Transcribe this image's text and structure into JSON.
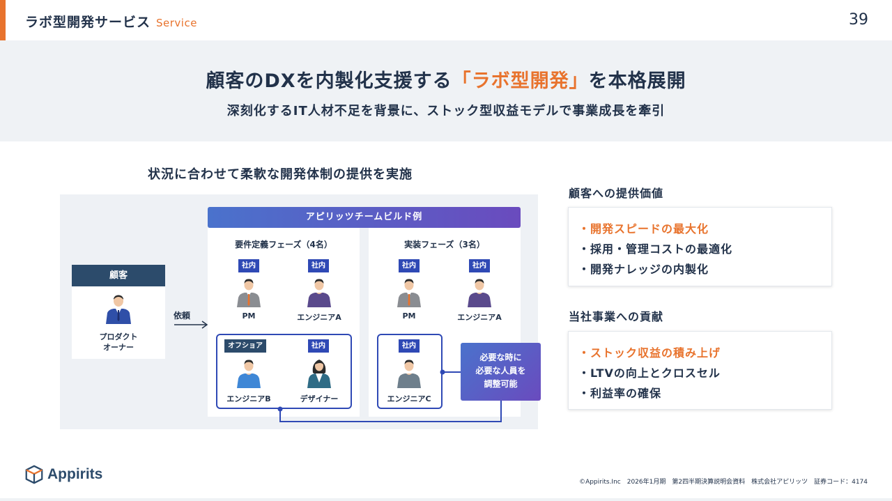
{
  "header": {
    "title": "ラボ型開発サービス",
    "subtitle_en": "Service",
    "page_number": "39"
  },
  "banner": {
    "headline_part1": "顧客のDXを内製化支援する",
    "headline_highlight": "「ラボ型開発」",
    "headline_part2": "を本格展開",
    "subheadline": "深刻化するIT人材不足を背景に、ストック型収益モデルで事業成長を牽引"
  },
  "diagram": {
    "title": "状況に合わせて柔軟な開発体制の提供を実施",
    "customer": {
      "heading": "顧客",
      "label_line1": "プロダクト",
      "label_line2": "オーナー"
    },
    "request_label": "依頼",
    "team_heading": "アピリッツチームビルド例",
    "phase1": {
      "title": "要件定義フェーズ（4名）",
      "members": [
        {
          "tag": "社内",
          "label": "PM"
        },
        {
          "tag": "社内",
          "label": "エンジニアA"
        },
        {
          "tag": "オフショア",
          "label": "エンジニアB"
        },
        {
          "tag": "社内",
          "label": "デザイナー"
        }
      ]
    },
    "phase2": {
      "title": "実装フェーズ（3名）",
      "members": [
        {
          "tag": "社内",
          "label": "PM"
        },
        {
          "tag": "社内",
          "label": "エンジニアA"
        },
        {
          "tag": "社内",
          "label": "エンジニアC"
        }
      ]
    },
    "adjust": {
      "line1": "必要な時に",
      "line2": "必要な人員を",
      "line3": "調整可能"
    }
  },
  "value_section": {
    "title": "顧客への提供価値",
    "items": [
      "・開発スピードの最大化",
      "・採用・管理コストの最適化",
      "・開発ナレッジの内製化"
    ]
  },
  "contribution_section": {
    "title": "当社事業への貢献",
    "items": [
      "・ストック収益の積み上げ",
      "・LTVの向上とクロスセル",
      "・利益率の確保"
    ]
  },
  "footer": {
    "logo_text": "Appirits",
    "text": "©Appirits.Inc　2026年1月期　第2四半期決算説明会資料　株式会社アピリッツ　証券コード：4174"
  },
  "colors": {
    "accent": "#e8732d",
    "navy": "#22324a",
    "tag_blue": "#2f49b5",
    "banner_bg": "#eff2f5"
  }
}
